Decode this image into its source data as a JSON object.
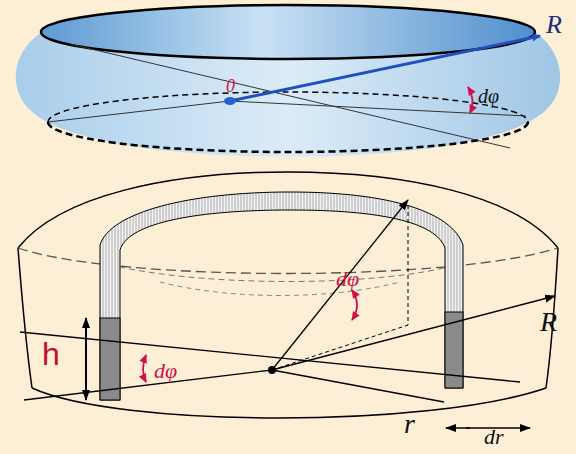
{
  "diagram": {
    "labels": [
      "R",
      "0",
      "dφ",
      "dφ",
      "R",
      "h",
      "dφ",
      "r",
      "dr"
    ]
  }
}
